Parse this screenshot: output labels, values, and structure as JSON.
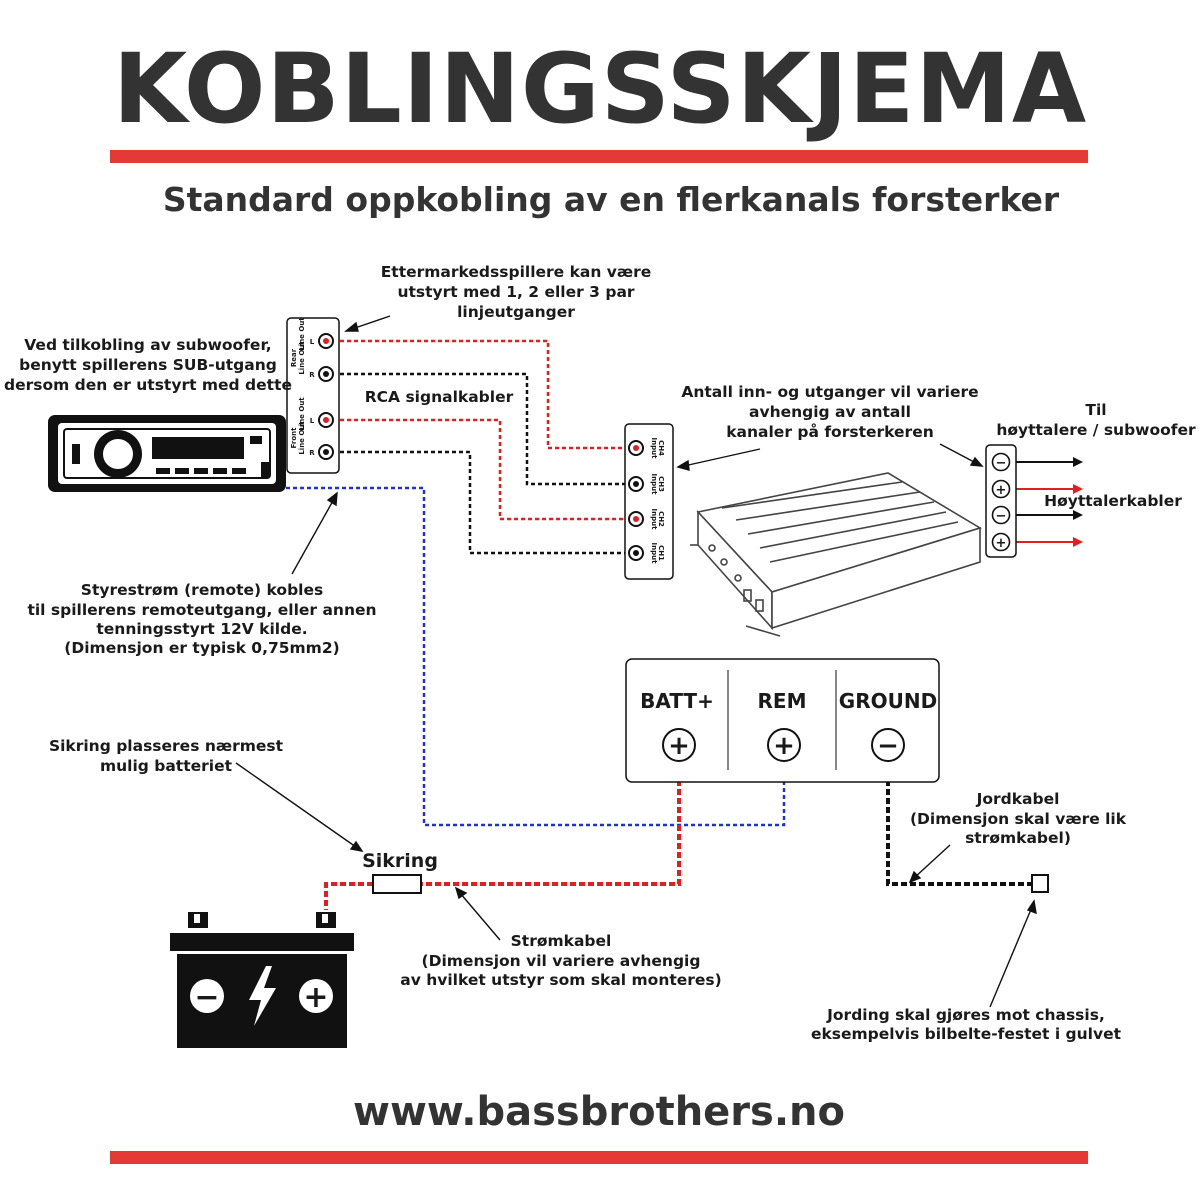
{
  "header": {
    "title": "KOBLINGSSKJEMA",
    "subtitle": "Standard oppkobling av en flerkanals forsterker",
    "accent_color": "#e53935"
  },
  "notes": {
    "aftermarket": [
      "Ettermarkedsspillere kan være",
      "utstyrt med 1, 2 eller 3 par",
      "linjeutganger"
    ],
    "subwoofer": [
      "Ved tilkobling av subwoofer,",
      "benytt spillerens SUB-utgang",
      "dersom den er utstyrt med dette"
    ],
    "rca": "RCA signalkabler",
    "channels": [
      "Antall inn- og utganger vil variere",
      "avhengig av antall",
      "kanaler på forsterkeren"
    ],
    "to_speakers": [
      "Til",
      "høyttalere / subwoofer"
    ],
    "speaker_cables": "Høyttalerkabler",
    "remote": [
      "Styrestrøm (remote) kobles",
      "til spillerens remoteutgang, eller annen",
      "tenningsstyrt 12V kilde.",
      "(Dimensjon er typisk 0,75mm2)"
    ],
    "fuse_placement": [
      "Sikring plasseres nærmest",
      "mulig batteriet"
    ],
    "fuse": "Sikring",
    "ground_cable": [
      "Jordkabel",
      "(Dimensjon skal være lik",
      "strømkabel)"
    ],
    "power_cable": [
      "Strømkabel",
      "(Dimensjon vil variere avhengig",
      "av hvilket utstyr som skal monteres)"
    ],
    "chassis_ground": [
      "Jording skal gjøres mot chassis,",
      "eksempelvis bilbelte-festet i gulvet"
    ]
  },
  "head_unit_outputs": {
    "rear_group": [
      "Rear",
      "Line Out",
      "Line Out"
    ],
    "front_group": [
      "Front",
      "Line Out",
      "Line Out"
    ],
    "channels": [
      "L",
      "R",
      "L",
      "R"
    ]
  },
  "amp_inputs": [
    {
      "label": "Input",
      "ch": "CH4"
    },
    {
      "label": "Input",
      "ch": "CH3"
    },
    {
      "label": "Input",
      "ch": "CH2"
    },
    {
      "label": "Input",
      "ch": "CH1"
    }
  ],
  "speaker_terminals": [
    "−",
    "+",
    "−",
    "+"
  ],
  "power_terminals": [
    {
      "label": "BATT+",
      "symbol": "+"
    },
    {
      "label": "REM",
      "symbol": "+"
    },
    {
      "label": "GROUND",
      "symbol": "−"
    }
  ],
  "battery": {
    "neg": "−",
    "pos": "+",
    "bolt": "⚡"
  },
  "footer": {
    "url": "www.bassbrothers.no"
  },
  "colors": {
    "red_wire": "#e02020",
    "black_wire": "#111111",
    "blue_wire": "#2233cc"
  }
}
